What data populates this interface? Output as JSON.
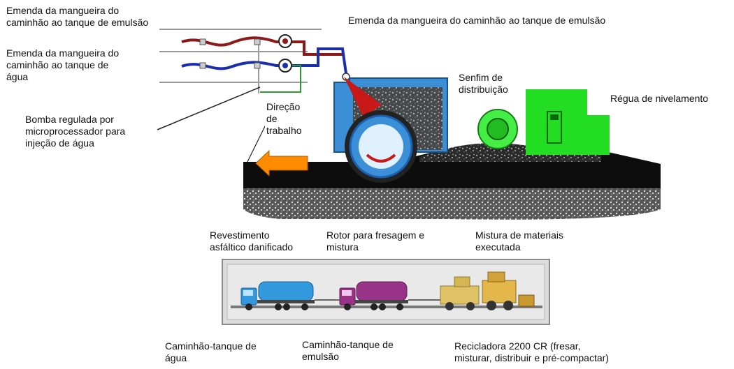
{
  "labels": {
    "emulsion_joint_left": [
      "Emenda da mangueira do",
      "caminhão ao tanque de emulsão"
    ],
    "emulsion_joint_top": "Emenda da mangueira do caminhão ao tanque de emulsão",
    "water_joint": [
      "Emenda da mangueira do",
      "caminhão ao tanque de",
      "água"
    ],
    "pump": [
      "Bomba regulada por",
      "microprocessador para",
      "injeção de água"
    ],
    "direction": [
      "Direção",
      "de",
      "trabalho"
    ],
    "auger": [
      "Senfim de",
      "distribuição"
    ],
    "screed": "Régua de nivelamento",
    "damaged_pavement": [
      "Revestimento",
      "asfáltico danificado"
    ],
    "rotor": [
      "Rotor para fresagem e",
      "mistura"
    ],
    "mixed_material": [
      "Mistura de materiais",
      "executada"
    ],
    "water_truck": [
      "Caminhão-tanque de",
      "água"
    ],
    "emulsion_truck": [
      "Caminhão-tanque de",
      "emulsão"
    ],
    "recycler": [
      "Recicladora 2200 CR (fresar,",
      "misturar, distribuir e pré-compactar)"
    ]
  },
  "colors": {
    "emulsion_line": "#8b1a1a",
    "water_line": "#1b2fa8",
    "machine_blue": "#3a8fd6",
    "screed_green": "#22dd22",
    "arrow_orange": "#ff8c00",
    "pavement_dark": "#0d0d0d",
    "water_truck": "#3399dd",
    "emulsion_truck": "#993388"
  }
}
